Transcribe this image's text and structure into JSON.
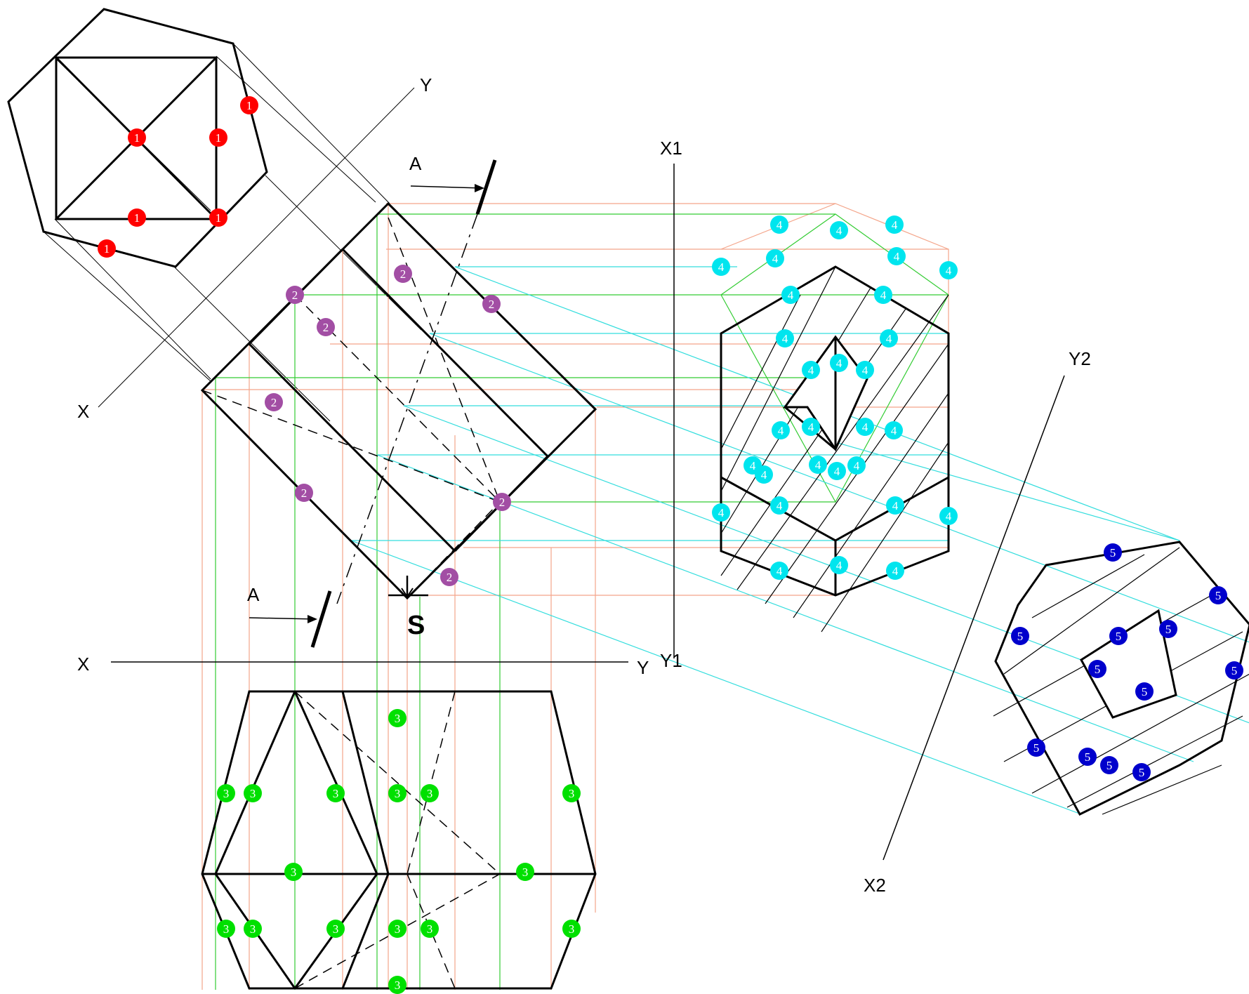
{
  "axis_labels": {
    "x_top": "X",
    "y_top": "Y",
    "x_front": "X",
    "y_front": "Y",
    "x1": "X1",
    "y1": "Y1",
    "x2": "X2",
    "y2": "Y2"
  },
  "section_labels": {
    "a_top": "A",
    "a_bottom": "A",
    "s": "S"
  },
  "marker_groups": [
    {
      "id": "1",
      "label": "1",
      "color": "#ff0000"
    },
    {
      "id": "2",
      "label": "2",
      "color": "#a24ea4"
    },
    {
      "id": "3",
      "label": "3",
      "color": "#00e000"
    },
    {
      "id": "4",
      "label": "4",
      "color": "#00e5ee"
    },
    {
      "id": "5",
      "label": "5",
      "color": "#0000cc"
    }
  ],
  "colors": {
    "outline": "#000000",
    "construction_salmon": "#f4a58a",
    "construction_green": "#33cc33",
    "construction_cyan": "#33dddd"
  }
}
